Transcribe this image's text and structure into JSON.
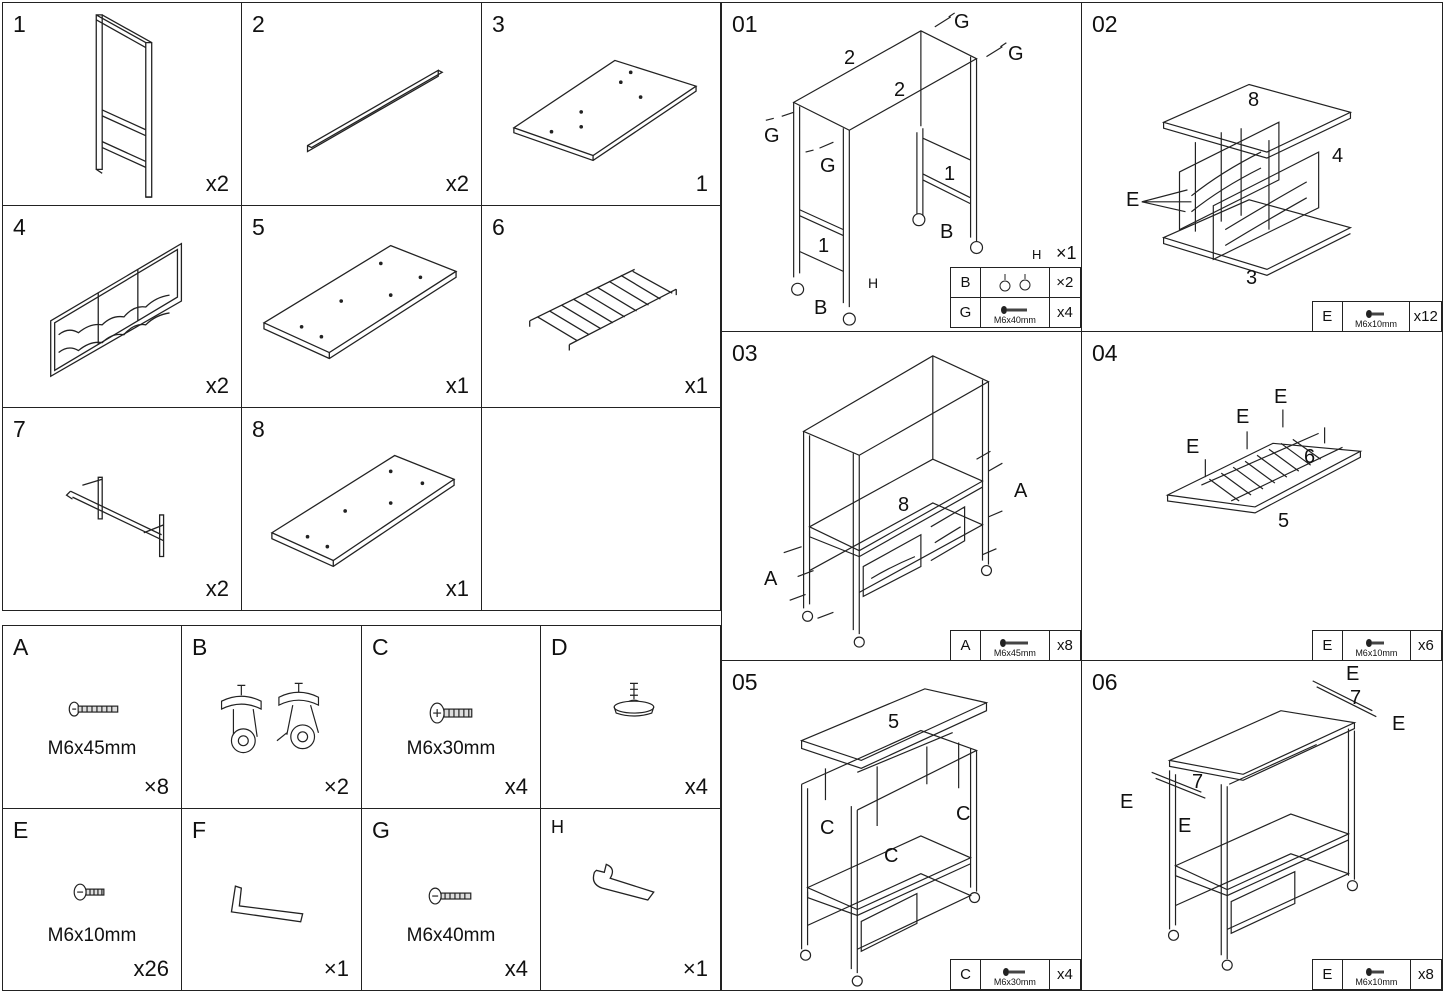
{
  "parts": [
    {
      "num": "1",
      "qty": "x2",
      "icon": "side-frame-icon"
    },
    {
      "num": "2",
      "qty": "x2",
      "icon": "rail-bar-icon"
    },
    {
      "num": "3",
      "qty": "1",
      "icon": "bottom-shelf-icon"
    },
    {
      "num": "4",
      "qty": "x2",
      "icon": "wine-rack-panel-icon"
    },
    {
      "num": "5",
      "qty": "x1",
      "icon": "top-board-icon"
    },
    {
      "num": "6",
      "qty": "x1",
      "icon": "glass-rack-icon"
    },
    {
      "num": "7",
      "qty": "x2",
      "icon": "towel-bar-icon"
    },
    {
      "num": "8",
      "qty": "x1",
      "icon": "middle-shelf-icon"
    }
  ],
  "hardware": [
    {
      "id": "A",
      "size": "M6x45mm",
      "qty": "×8",
      "icon": "long-bolt-icon"
    },
    {
      "id": "B",
      "size": "",
      "qty": "×2",
      "icon": "caster-wheel-icon"
    },
    {
      "id": "C",
      "size": "M6x30mm",
      "qty": "x4",
      "icon": "medium-bolt-icon"
    },
    {
      "id": "D",
      "size": "",
      "qty": "x4",
      "icon": "leveling-foot-icon"
    },
    {
      "id": "E",
      "size": "M6x10mm",
      "qty": "x26",
      "icon": "short-bolt-icon"
    },
    {
      "id": "F",
      "size": "",
      "qty": "×1",
      "icon": "allen-key-icon"
    },
    {
      "id": "G",
      "size": "M6x40mm",
      "qty": "x4",
      "icon": "bolt-40-icon"
    },
    {
      "id": "H",
      "size": "",
      "qty": "×1",
      "icon": "wrench-icon"
    }
  ],
  "steps": {
    "s01": {
      "num": "01",
      "labels": {
        "g": "G",
        "two": "2",
        "one": "1",
        "b": "B",
        "h": "H"
      },
      "legend": {
        "h_key": "H",
        "h_qty": "×1",
        "b_key": "B",
        "b_qty": "×2",
        "g_key": "G",
        "g_size": "M6x40mm",
        "g_qty": "x4"
      }
    },
    "s02": {
      "num": "02",
      "labels": {
        "eight": "8",
        "four": "4",
        "e": "E",
        "three": "3"
      },
      "legend": {
        "key": "E",
        "size": "M6x10mm",
        "qty": "x12"
      }
    },
    "s03": {
      "num": "03",
      "labels": {
        "eight": "8",
        "a": "A"
      },
      "legend": {
        "key": "A",
        "size": "M6x45mm",
        "qty": "x8"
      }
    },
    "s04": {
      "num": "04",
      "labels": {
        "e": "E",
        "six": "6",
        "five": "5"
      },
      "legend": {
        "key": "E",
        "size": "M6x10mm",
        "qty": "x6"
      }
    },
    "s05": {
      "num": "05",
      "labels": {
        "five": "5",
        "c": "C"
      },
      "legend": {
        "key": "C",
        "size": "M6x30mm",
        "qty": "x4"
      }
    },
    "s06": {
      "num": "06",
      "labels": {
        "e": "E",
        "seven": "7"
      },
      "legend": {
        "key": "E",
        "size": "M6x10mm",
        "qty": "x8"
      }
    }
  }
}
